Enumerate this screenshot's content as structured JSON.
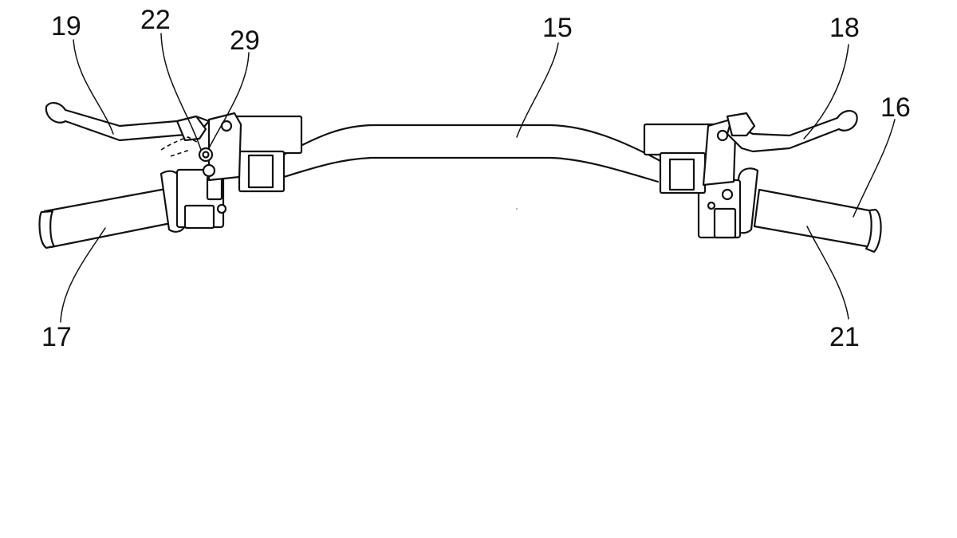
{
  "figure": {
    "labels": {
      "l15": "15",
      "l16": "16",
      "l17": "17",
      "l18": "18",
      "l19": "19",
      "l21": "21",
      "l22": "22",
      "l29": "29"
    }
  }
}
